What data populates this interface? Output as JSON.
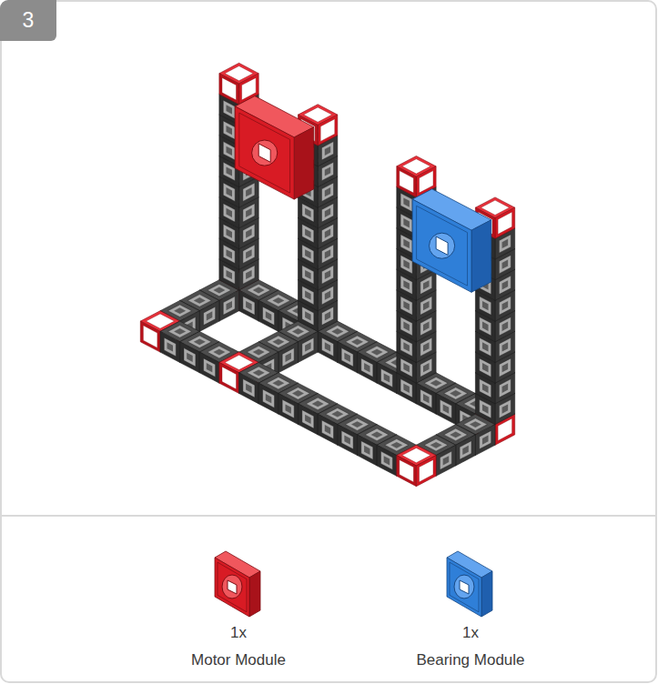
{
  "diagram": {
    "nodes": [
      {
        "text": [
          "3"
        ]
      }
    ],
    "labels": [
      "1x",
      "Motor Module",
      "1x",
      "Bearing Module"
    ]
  }
}
